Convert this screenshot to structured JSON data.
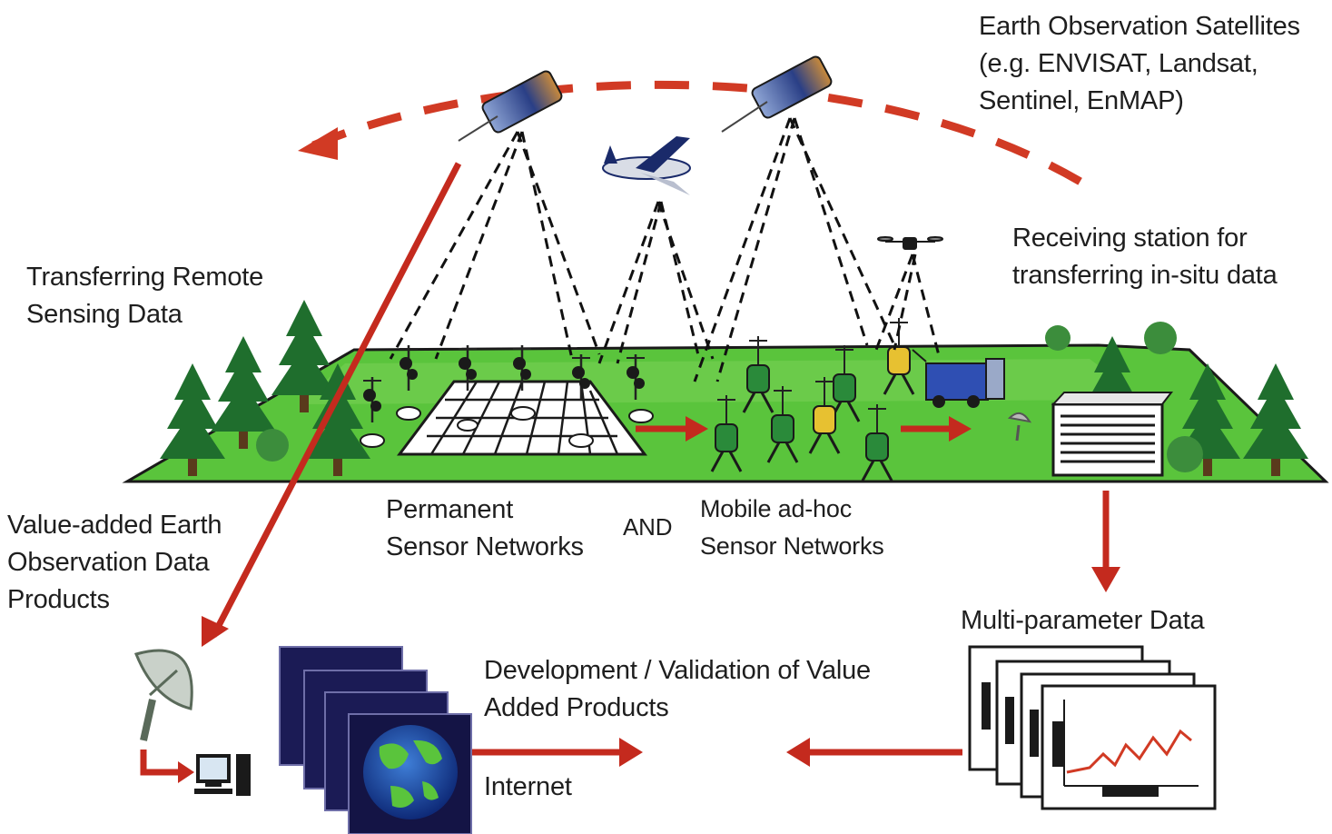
{
  "labels": {
    "satellites": [
      "Earth Observation Satellites",
      "(e.g. ENVISAT, Landsat,",
      "Sentinel, EnMAP)"
    ],
    "receiving_station": [
      "Receiving station for",
      "transferring in-situ data"
    ],
    "transferring_rs": [
      "Transferring Remote",
      "Sensing Data"
    ],
    "value_added": [
      "Value-added Earth",
      "Observation Data",
      "Products"
    ],
    "permanent": [
      "Permanent",
      "Sensor Networks"
    ],
    "and": "AND",
    "mobile": [
      "Mobile ad-hoc",
      "Sensor Networks"
    ],
    "multi_param": "Multi-parameter Data",
    "development": [
      "Development / Validation of Value",
      "Added Products"
    ],
    "internet": "Internet"
  },
  "icons": [
    "satellite-icon",
    "airplane-icon",
    "drone-icon",
    "tree-icon",
    "weather-station-icon",
    "sensor-node-icon",
    "truck-icon",
    "satellite-dish-icon",
    "server-rack-icon",
    "computer-icon",
    "earth-globe-icon",
    "data-chart-icon"
  ],
  "colors": {
    "orbit": "#d13a24",
    "flow_arrow": "#c42a1e",
    "ground": "#5ac43c",
    "tree": "#1f6e2d",
    "sensor_green": "#2a8a3a",
    "sensor_yellow": "#e7c131",
    "truck": "#2f4fb3",
    "globe_frame": "#1b1b55"
  }
}
